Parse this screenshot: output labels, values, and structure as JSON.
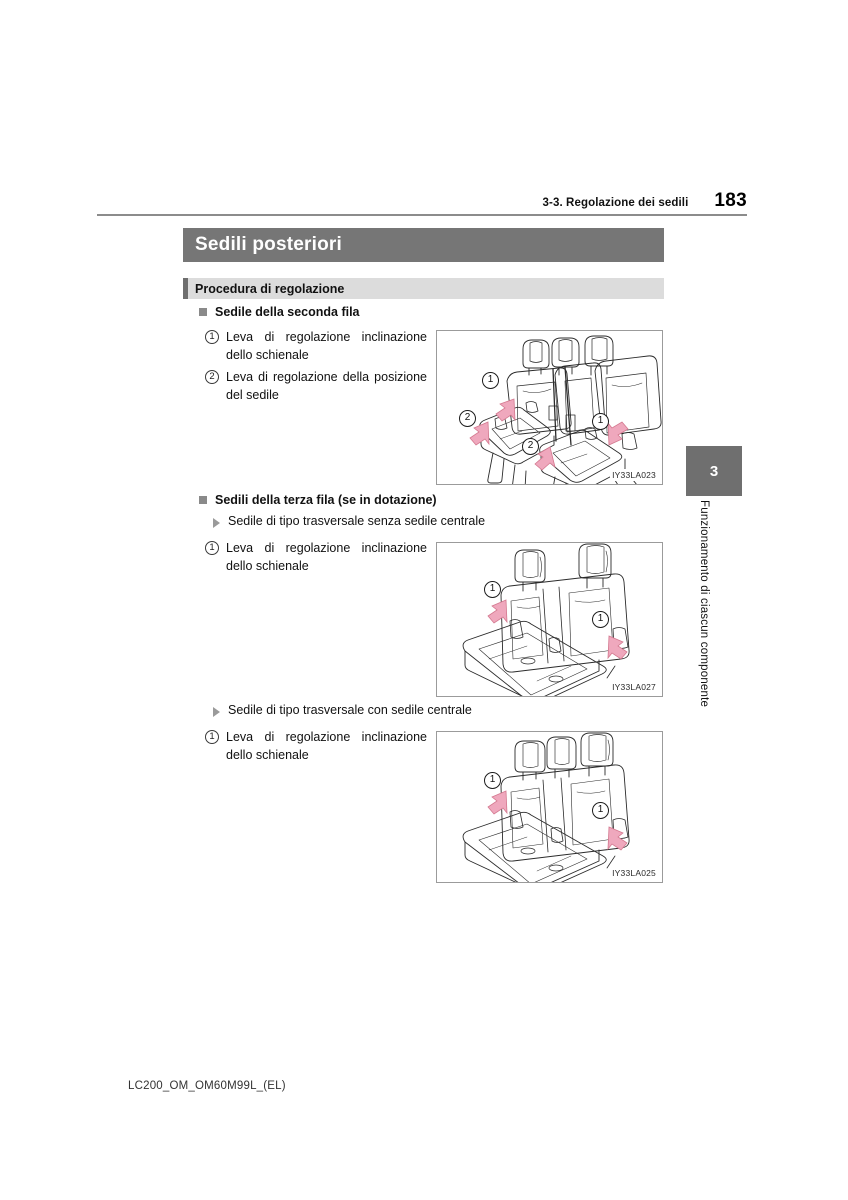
{
  "header": {
    "section_ref": "3-3. Regolazione dei sedili",
    "page_number": "183"
  },
  "title_bar": {
    "title": "Sedili posteriori"
  },
  "subsection": {
    "label": "Procedura di regolazione"
  },
  "sections": [
    {
      "heading": "Sedile della seconda fila",
      "items": [
        {
          "num": "1",
          "text": "Leva di regolazione inclinazione dello schienale"
        },
        {
          "num": "2",
          "text": "Leva di regolazione della posizione del sedile"
        }
      ],
      "figure": {
        "code": "IY33LA023",
        "callouts": [
          "1",
          "2",
          "2",
          "1"
        ]
      }
    },
    {
      "heading": "Sedili della terza fila (se in dotazione)",
      "subitems": [
        {
          "bullet_text": "Sedile di tipo trasversale senza sedile centrale",
          "items": [
            {
              "num": "1",
              "text": "Leva di regolazione inclinazione dello schienale"
            }
          ],
          "figure": {
            "code": "IY33LA027",
            "callouts": [
              "1",
              "1"
            ]
          }
        },
        {
          "bullet_text": "Sedile di tipo trasversale con sedile centrale",
          "items": [
            {
              "num": "1",
              "text": "Leva di regolazione inclinazione dello schienale"
            }
          ],
          "figure": {
            "code": "IY33LA025",
            "callouts": [
              "1",
              "1"
            ]
          }
        }
      ]
    }
  ],
  "side_tab": {
    "chapter_number": "3",
    "chapter_label": "Funzionamento di ciascun componente"
  },
  "footer": {
    "document_code": "LC200_OM_OM60M99L_(EL)"
  },
  "colors": {
    "title_bar_bg": "#767676",
    "subsection_bg": "#dcdcdc",
    "subsection_accent": "#6e6e6e",
    "side_tab_bg": "#6f6f6f",
    "arrow_pink": "#efa8bd",
    "rule": "#8c8c8c"
  }
}
